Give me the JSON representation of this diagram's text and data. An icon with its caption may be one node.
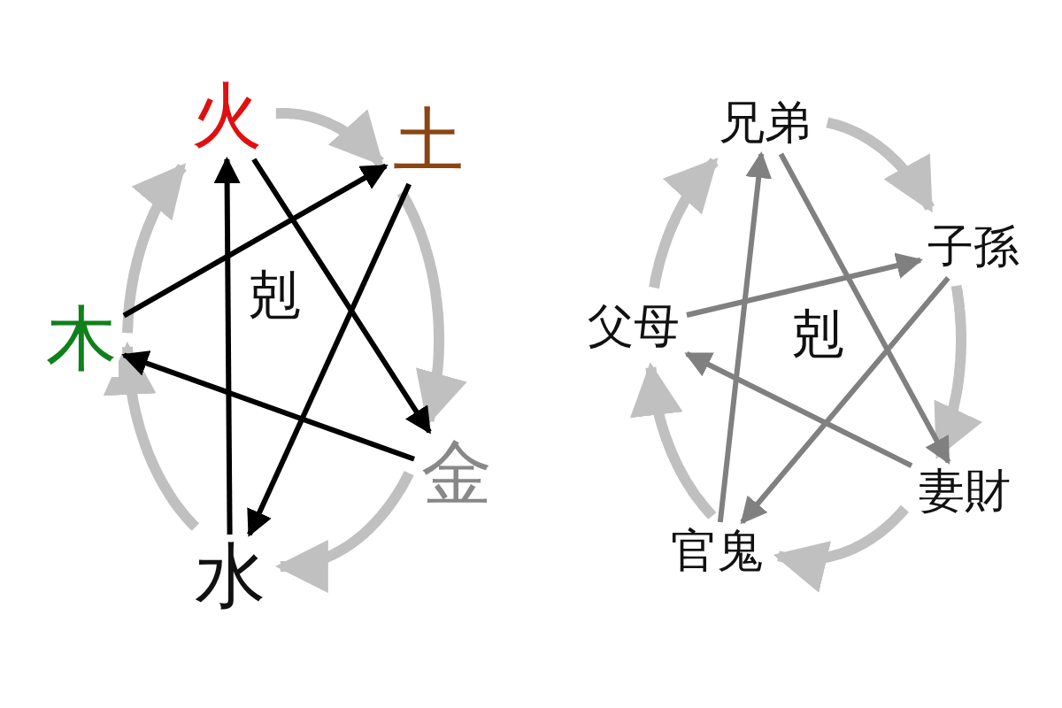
{
  "diagram": {
    "nodes": [
      {
        "text": [
          "火"
        ]
      },
      {
        "text": [
          "土"
        ]
      },
      {
        "text": [
          "金"
        ]
      },
      {
        "text": [
          "水"
        ]
      },
      {
        "text": [
          "木"
        ]
      },
      {
        "text": [
          "兄弟"
        ]
      },
      {
        "text": [
          "子孫"
        ]
      },
      {
        "text": [
          "妻財"
        ]
      },
      {
        "text": [
          "官鬼"
        ]
      },
      {
        "text": [
          "父母"
        ]
      }
    ],
    "edges": [
      {
        "from": 4,
        "to": 0,
        "arrow": "to",
        "style": "thick",
        "color": "#c0c0c0"
      },
      {
        "from": 0,
        "to": 1,
        "arrow": "to",
        "style": "thick",
        "color": "#c0c0c0"
      },
      {
        "from": 1,
        "to": 2,
        "arrow": "to",
        "style": "thick",
        "color": "#c0c0c0"
      },
      {
        "from": 2,
        "to": 3,
        "arrow": "to",
        "style": "thick",
        "color": "#c0c0c0"
      },
      {
        "from": 3,
        "to": 4,
        "arrow": "to",
        "style": "thick",
        "color": "#c0c0c0"
      },
      {
        "from": 3,
        "to": 0,
        "arrow": "to",
        "color": "#000000"
      },
      {
        "from": 0,
        "to": 2,
        "arrow": "to",
        "color": "#000000"
      },
      {
        "from": 2,
        "to": 4,
        "arrow": "to",
        "color": "#000000"
      },
      {
        "from": 4,
        "to": 1,
        "arrow": "to",
        "color": "#000000"
      },
      {
        "from": 1,
        "to": 3,
        "arrow": "to",
        "color": "#000000"
      },
      {
        "from": 9,
        "to": 5,
        "arrow": "to",
        "style": "thick",
        "color": "#c0c0c0"
      },
      {
        "from": 5,
        "to": 6,
        "arrow": "to",
        "style": "thick",
        "color": "#c0c0c0"
      },
      {
        "from": 6,
        "to": 7,
        "arrow": "to",
        "style": "thick",
        "color": "#c0c0c0"
      },
      {
        "from": 7,
        "to": 8,
        "arrow": "to",
        "style": "thick",
        "color": "#c0c0c0"
      },
      {
        "from": 8,
        "to": 9,
        "arrow": "to",
        "style": "thick",
        "color": "#c0c0c0"
      },
      {
        "from": 8,
        "to": 5,
        "arrow": "to",
        "color": "#808080"
      },
      {
        "from": 5,
        "to": 7,
        "arrow": "to",
        "color": "#808080"
      },
      {
        "from": 7,
        "to": 9,
        "arrow": "to",
        "color": "#808080"
      },
      {
        "from": 9,
        "to": 6,
        "arrow": "to",
        "color": "#808080"
      },
      {
        "from": 6,
        "to": 8,
        "arrow": "to",
        "color": "#808080"
      }
    ],
    "labels": [
      "剋",
      "剋"
    ]
  }
}
